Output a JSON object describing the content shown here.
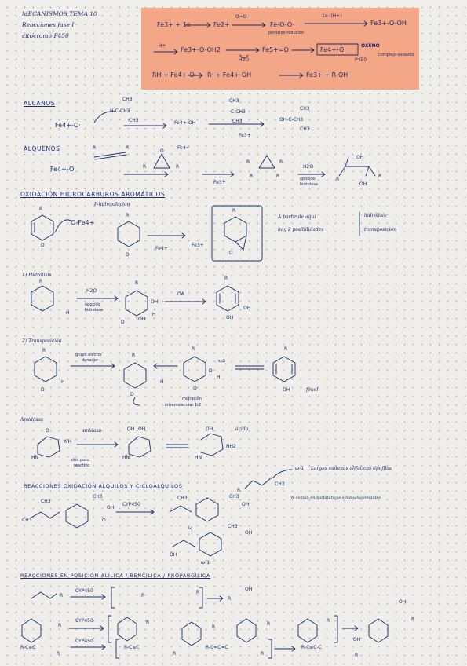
{
  "header": {
    "line1": "MECANISMOS TEMA 10",
    "line2": "Reacciones fase I",
    "line3": "citocromo P450"
  },
  "highlight": {
    "row1": [
      "Fe3+ + 1e",
      "Fe2+",
      "O=O",
      "Fe-O-O·",
      "1e- (H+)",
      "Fe3+-O-OH",
      "peróxido reducido"
    ],
    "row2": [
      "H+",
      "Fe3+-O-OH2",
      "H2O",
      "Fe5+=O",
      "Fe4+-O·",
      "OXENO",
      "P450",
      "complejo oxidante"
    ],
    "row3": [
      "RH + Fe4+-O·",
      "R· + Fe4+-OH",
      "Fe3+ + R-OH"
    ]
  },
  "alcanos": {
    "title": "ALCANOS",
    "reagent": "Fe4+-O·",
    "substrate": [
      "CH3",
      "H-C-CH3",
      "CH3"
    ],
    "intermediate": "Fe4+-OH",
    "radical": [
      "CH3",
      "·C-CH3",
      "CH3"
    ],
    "fe3": "Fe3+",
    "product": [
      "CH3",
      "OH-C-CH3",
      "CH3"
    ]
  },
  "alquenos": {
    "title": "ALQUENOS",
    "reagent": "Fe4+-O·",
    "labels": [
      "R",
      "R",
      "R",
      "R",
      "Fe4+",
      "O"
    ],
    "fe3": "Fe3+",
    "epoxide_labels": [
      "R",
      "R",
      "R",
      "R"
    ],
    "h2o": "H2O",
    "enzyme": [
      "epoxido",
      "hidrolasa"
    ],
    "product_labels": [
      "OH",
      "R",
      "R",
      "OH"
    ]
  },
  "aromatic": {
    "title": "OXIDACIÓN HIDROCARBUROS AROMÁTICOS",
    "subtitle": "P-hidroxilación",
    "reagent": "O-Fe4+",
    "labels": [
      "R",
      "D",
      "R",
      "Fe4+",
      "D",
      "R",
      "D"
    ],
    "fe3": "Fe3+",
    "note1": "A partir de aquí",
    "note2": "hay 2 posibilidades",
    "opt1": "hidrólisis",
    "opt2": "transposición"
  },
  "hidrolisis": {
    "title": "1) Hidrólisis",
    "h2o": "H2O",
    "enzyme": [
      "epoxido",
      "hidrolasa"
    ],
    "labels": [
      "R",
      "H",
      "R",
      "OH",
      "D",
      "H",
      "OH",
      "R",
      "OH",
      "OH"
    ],
    "oa": "OA"
  },
  "transposicion": {
    "title": "2) Transposición",
    "grupo": [
      "grupo electro",
      "donador"
    ],
    "labels": [
      "R",
      "H",
      "D",
      "R",
      "D",
      "H",
      "R",
      "sp3",
      "D",
      "H",
      "R",
      "OH",
      "fenol",
      "O"
    ],
    "migracion": [
      "migración",
      "intramolecular 1,2"
    ]
  },
  "amidasas": {
    "title": "Amidasas",
    "enzyme": "amidasa",
    "labels": [
      "O",
      "NH",
      "HN",
      "OH",
      "OH",
      "HN",
      "OH",
      "ácido",
      "NH2",
      "HN"
    ],
    "note": [
      "sitio poco",
      "reactivo"
    ]
  },
  "alquilos": {
    "title": "REACCIONES OXIDACIÓN ALQUILOS Y CICLOALQUILOS",
    "omega": "ω-1",
    "omega_note": "Largas cadenas alifáticas lipofilas",
    "ch3": "CH3",
    "r": "R",
    "w_note": "W común en barbitúricos e hipoglucemiantes",
    "labels": [
      "CH3",
      "CH3",
      "OH",
      "CH3",
      "CH3",
      "CH3",
      "OH",
      "ω",
      "CH3",
      "OH",
      "OH",
      "ω-1"
    ],
    "enzyme": "CYP450",
    "o": "O"
  },
  "alilica": {
    "title": "REACCIONES EN POSICIÓN ALÍLICA / BENCÍLICA / PROPARGÍLICA",
    "enzyme": "CYP450",
    "labels": [
      "R",
      "R",
      "R",
      "OH",
      "R",
      "R",
      "R",
      "R",
      "R",
      "R",
      "OH",
      "R"
    ],
    "propargyl": [
      "R-C≡C",
      "R",
      "R-C≡C",
      "R",
      "R-C=C=C",
      "R",
      "R-C≡C-C",
      "OH",
      "R"
    ]
  }
}
